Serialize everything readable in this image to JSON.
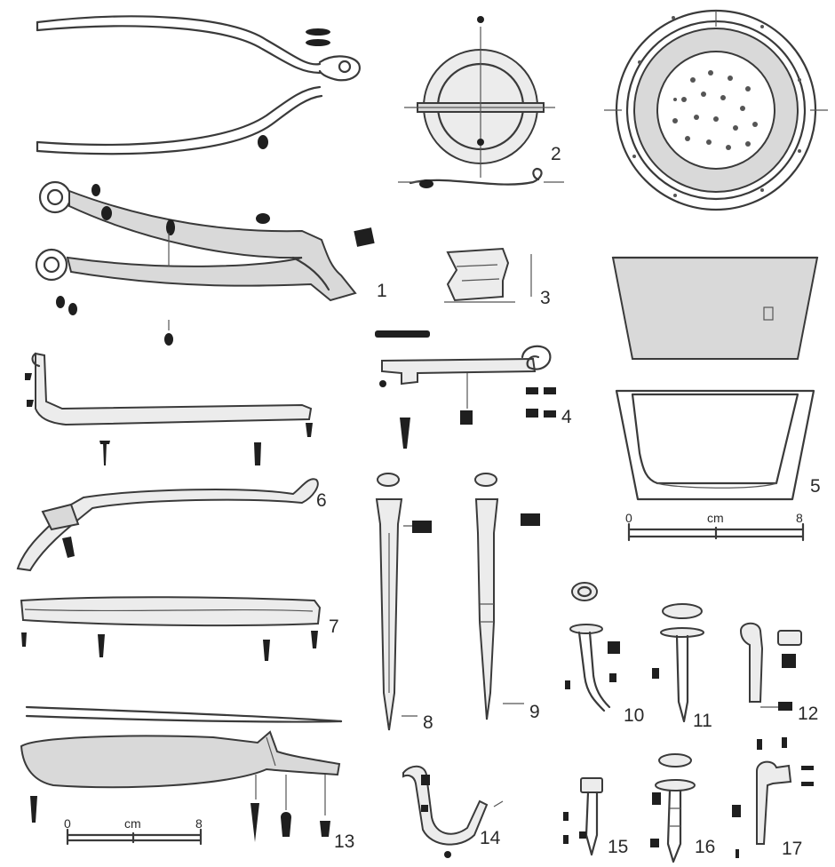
{
  "figures": [
    {
      "id": "shears",
      "label": ""
    },
    {
      "id": "shears-handles",
      "label": "1"
    },
    {
      "id": "penannular-brooch",
      "label": "2"
    },
    {
      "id": "fragment",
      "label": "3"
    },
    {
      "id": "key",
      "label": "4"
    },
    {
      "id": "vessel",
      "label": "5"
    },
    {
      "id": "bar",
      "label": ""
    },
    {
      "id": "handle",
      "label": "6"
    },
    {
      "id": "strip",
      "label": "7"
    },
    {
      "id": "awl-a",
      "label": "8"
    },
    {
      "id": "awl-b",
      "label": "9"
    },
    {
      "id": "nail-10",
      "label": "10"
    },
    {
      "id": "nail-11",
      "label": "11"
    },
    {
      "id": "nail-12",
      "label": "12"
    },
    {
      "id": "knife",
      "label": "13"
    },
    {
      "id": "hook",
      "label": "14"
    },
    {
      "id": "nail-15",
      "label": "15"
    },
    {
      "id": "nail-16",
      "label": "16"
    },
    {
      "id": "nail-17",
      "label": "17"
    }
  ],
  "scales": [
    {
      "id": "scale-cm-left",
      "start": "0",
      "unit": "cm",
      "end": "8"
    },
    {
      "id": "scale-cm-right",
      "start": "0",
      "unit": "cm",
      "end": "8"
    }
  ],
  "colors": {
    "ink": "#3a3a3a",
    "shade": "#d9d9d9",
    "dark": "#1f1f1f",
    "background": "#ffffff"
  }
}
